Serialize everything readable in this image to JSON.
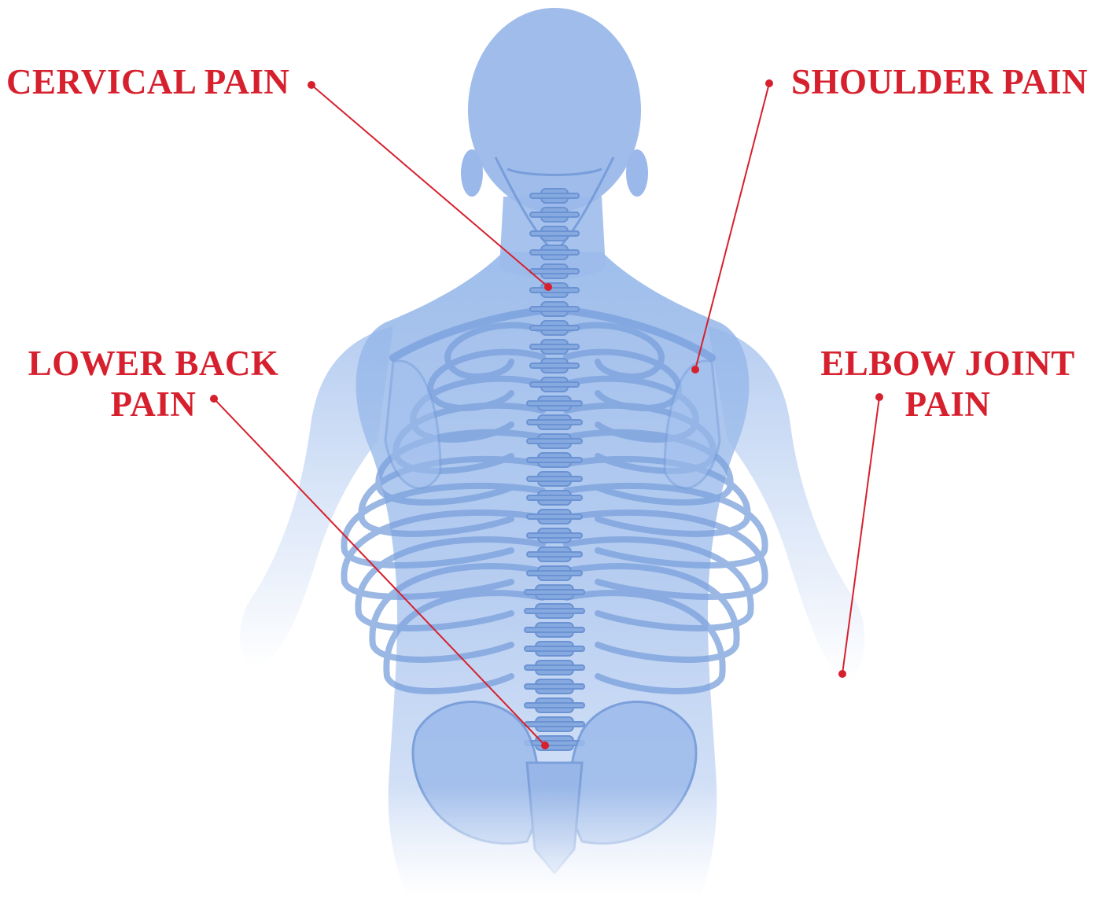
{
  "accent_color": "#d6202e",
  "labels": {
    "cervical": [
      "CERVICAL PAIN"
    ],
    "shoulder": [
      "SHOULDER PAIN"
    ],
    "lower_back": [
      "LOWER BACK",
      "PAIN"
    ],
    "elbow": [
      "ELBOW JOINT",
      "PAIN"
    ]
  }
}
